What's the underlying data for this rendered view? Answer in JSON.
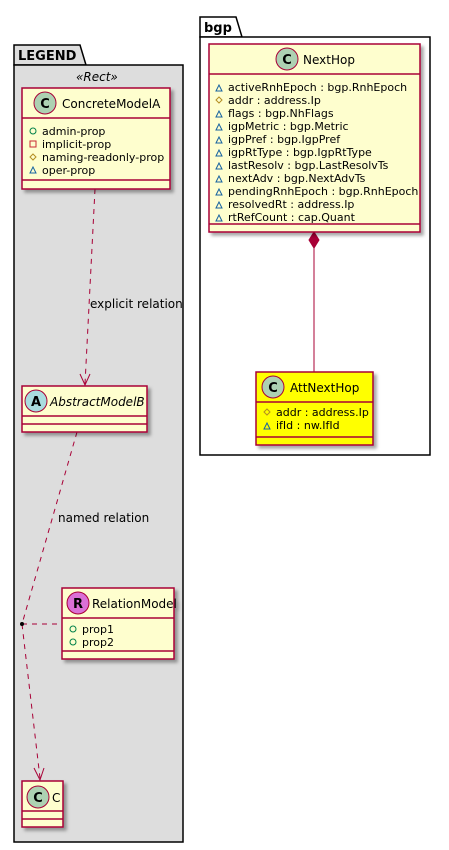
{
  "packages": {
    "legend": {
      "label": "LEGEND",
      "stereotype": "«Rect»"
    },
    "bgp": {
      "label": "bgp"
    }
  },
  "classes": {
    "concrete_model_a": {
      "kind": "C",
      "name": "ConcreteModelA",
      "attributes": [
        "admin-prop",
        "implicit-prop",
        "naming-readonly-prop",
        "oper-prop"
      ]
    },
    "abstract_model_b": {
      "kind": "A",
      "name": "AbstractModelB",
      "attributes": []
    },
    "relation_model": {
      "kind": "R",
      "name": "RelationModel",
      "attributes": [
        "prop1",
        "prop2"
      ]
    },
    "c": {
      "kind": "C",
      "name": "C",
      "attributes": []
    },
    "next_hop": {
      "kind": "C",
      "name": "NextHop",
      "attributes": [
        "activeRnhEpoch : bgp.RnhEpoch",
        "addr : address.Ip",
        "flags : bgp.NhFlags",
        "igpMetric : bgp.Metric",
        "igpPref : bgp.IgpPref",
        "igpRtType : bgp.IgpRtType",
        "lastResolv : bgp.LastResolvTs",
        "nextAdv : bgp.NextAdvTs",
        "pendingRnhEpoch : bgp.RnhEpoch",
        "resolvedRt : address.Ip",
        "rtRefCount : cap.Quant"
      ]
    },
    "att_next_hop": {
      "kind": "C",
      "name": "AttNextHop",
      "attributes": [
        "addr : address.Ip",
        "ifId : nw.IfId"
      ]
    }
  },
  "relations": {
    "explicit": {
      "label": "explicit relation"
    },
    "named": {
      "label": "named relation"
    }
  },
  "colors": {
    "class_fill": "#FEFECE",
    "class_border": "#A80036",
    "highlight_fill": "#FFFF00",
    "package_fill": "#DDDDDD",
    "circle_c": "#ADD1B2",
    "circle_a": "#A9DCDF",
    "circle_r": "#DA70D6",
    "icon_public": "#038048",
    "icon_private": "#C82930",
    "icon_protected": "#B38D22",
    "icon_package": "#1963A0"
  }
}
